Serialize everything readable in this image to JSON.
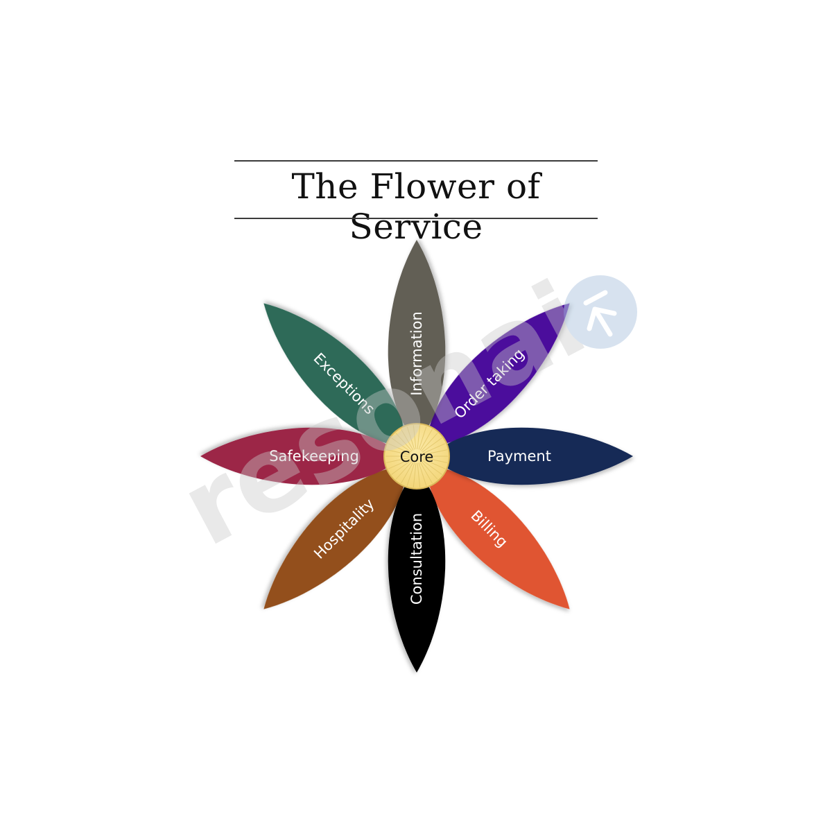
{
  "title": "The Flower of Service",
  "center": {
    "label": "Core",
    "color": "#f8e08e"
  },
  "petals": [
    {
      "label": "Information",
      "color": "#625e55",
      "angle": -90
    },
    {
      "label": "Order taking",
      "color": "#4b0a9c",
      "angle": -45
    },
    {
      "label": "Payment",
      "color": "#162a56",
      "angle": 0
    },
    {
      "label": "Billing",
      "color": "#e05530",
      "angle": 45
    },
    {
      "label": "Consultation",
      "color": "#050505",
      "angle": 90
    },
    {
      "label": "Hospitality",
      "color": "#93501b",
      "angle": 135
    },
    {
      "label": "Safekeeping",
      "color": "#9c2647",
      "angle": 180
    },
    {
      "label": "Exceptions",
      "color": "#2d6b58",
      "angle": -135
    }
  ],
  "watermark": {
    "text": "resonai",
    "badge_icon": "up-arrow-icon"
  }
}
